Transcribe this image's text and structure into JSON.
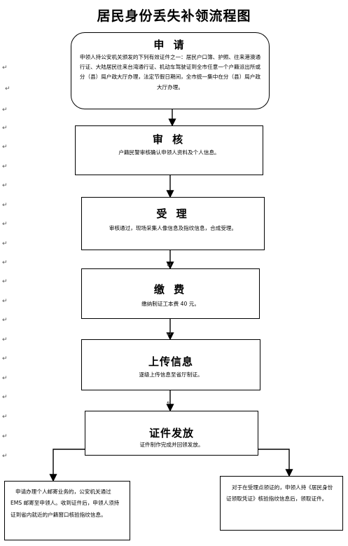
{
  "title": "居民身份丢失补领流程图",
  "steps": [
    {
      "heading": "申 请",
      "text": "申领人持公安机关颁发的下列有效证件之一：居民户口簿、护照、往来港澳通行证、大陆居民往来台湾通行证、机动车驾驶证到全市任意一个户籍派出所或分（县）局户政大厅办理，法定节假日期间，全市统一集中在分（县）局户政大厅办理。"
    },
    {
      "heading": "审 核",
      "text": "户籍民警审核确认申领人资料及个人信息。"
    },
    {
      "heading": "受 理",
      "text": "审核通过，现场采集人像信息及指纹信息，合成受理。"
    },
    {
      "heading": "缴 费",
      "text": "缴纳制证工本费 40 元。"
    },
    {
      "heading": "上传信息",
      "text": "逐级上传信息至省厅制证。"
    },
    {
      "heading": "证件发放",
      "text": "证件制作完成并回领发放。"
    }
  ],
  "outcomes": [
    {
      "text": "申请办理个人邮寄业务的，公安机关通过 EMS 邮寄至申领人。收到证件后，申领人须持证到省内就近的户籍窗口核验指纹信息。"
    },
    {
      "text": "对于在受理点领证的，申领人持《居民身份证领取凭证》核验指纹信息后，领取证件。"
    }
  ],
  "paragraph_mark": "↵"
}
